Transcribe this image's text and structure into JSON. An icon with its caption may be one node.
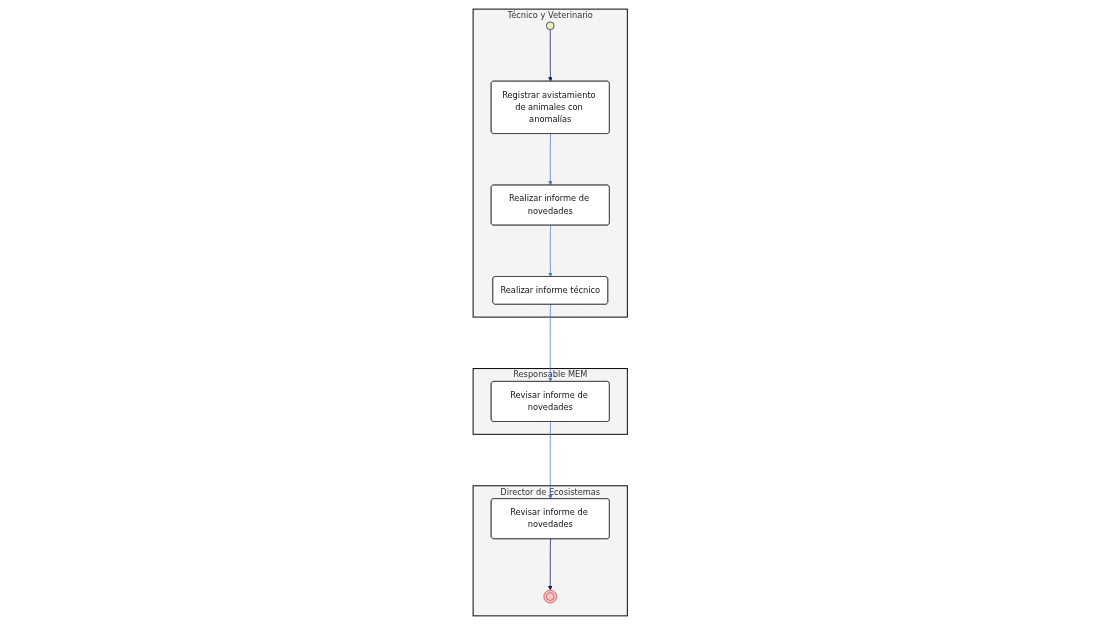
{
  "diagram": {
    "nodes": [
      {
        "text": [
          "Técnico y Veterinario"
        ]
      },
      {
        "text": [],
        "shape": "circle",
        "in": 0
      },
      {
        "text": [
          "Registrar avistamiento de animales con anomalías"
        ],
        "in": 0
      },
      {
        "text": [
          "Realizar informe de novedades"
        ],
        "in": 0
      },
      {
        "text": [
          "Realizar informe técnico"
        ],
        "in": 0
      },
      {
        "text": [
          "Responsable MEM"
        ]
      },
      {
        "text": [
          "Revisar informe de novedades"
        ],
        "in": 5
      },
      {
        "text": [
          "Director de Ecosistemas"
        ]
      },
      {
        "text": [
          "Revisar informe de novedades"
        ],
        "in": 7
      },
      {
        "text": [],
        "shape": "circle",
        "in": 7
      }
    ],
    "edges": [
      {
        "from": 1,
        "to": 2,
        "arrow": "to",
        "color": "#0d1a6e"
      },
      {
        "from": 2,
        "to": 3,
        "arrow": "to"
      },
      {
        "from": 3,
        "to": 4,
        "arrow": "to"
      },
      {
        "from": 4,
        "to": 6,
        "arrow": "to"
      },
      {
        "from": 6,
        "to": 8,
        "arrow": "to"
      },
      {
        "from": 8,
        "to": 9,
        "arrow": "to",
        "color": "#0d1a6e"
      }
    ]
  }
}
